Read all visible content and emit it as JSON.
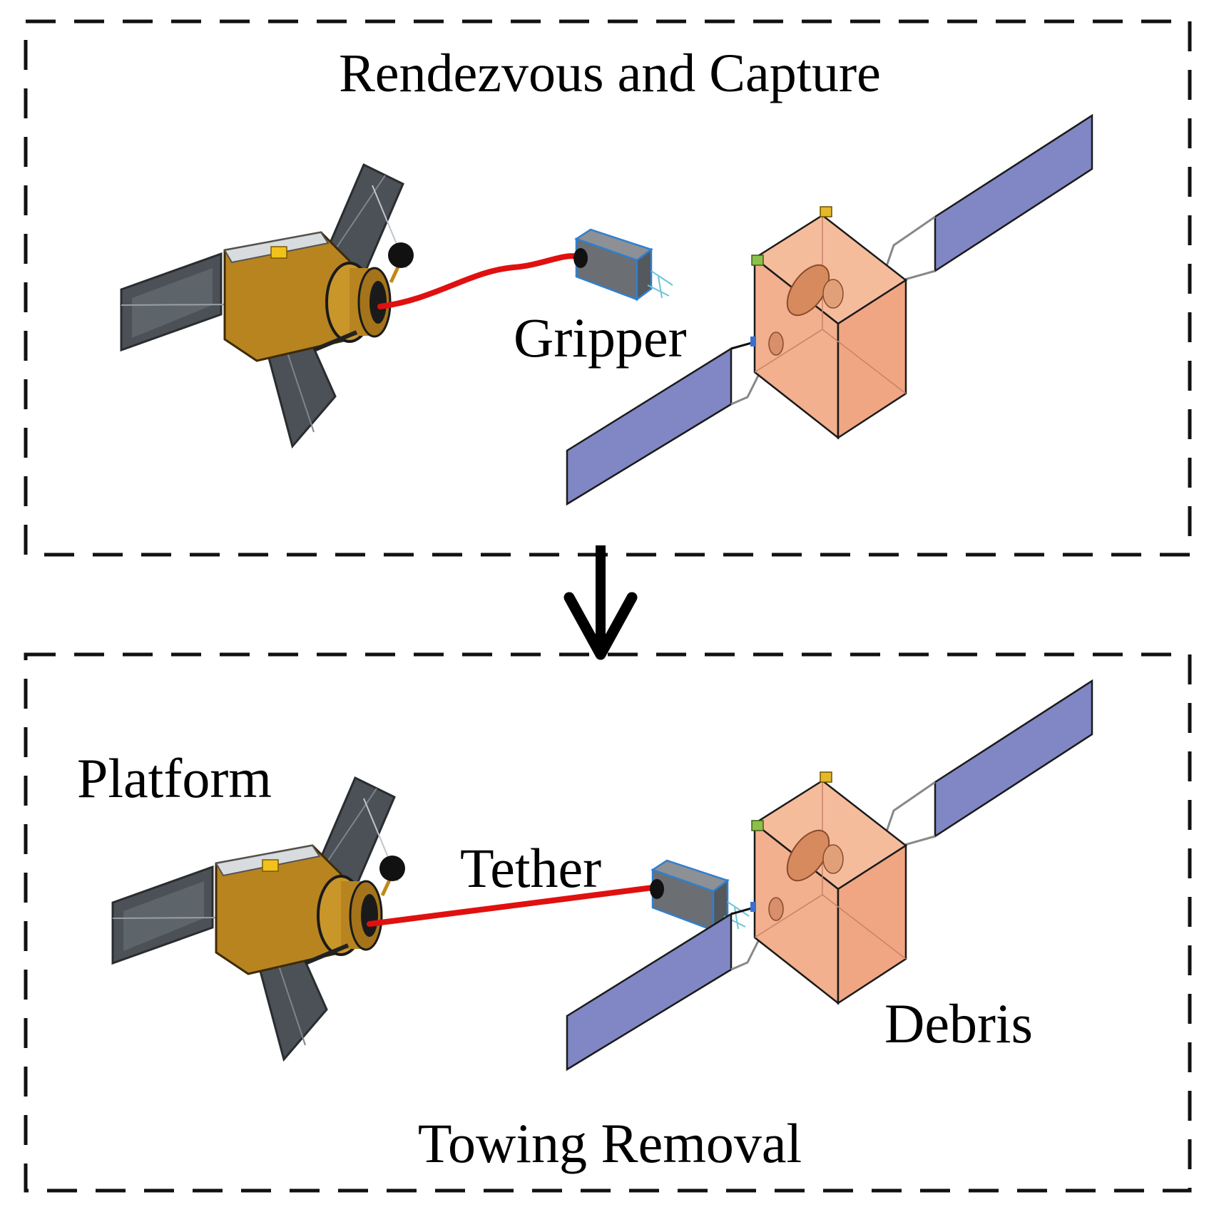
{
  "stages": [
    {
      "title": "Rendezvous and Capture",
      "labels": {
        "gripper": "Gripper"
      }
    },
    {
      "title": "Towing Removal",
      "labels": {
        "platform": "Platform",
        "tether": "Tether",
        "debris": "Debris"
      }
    }
  ],
  "colors": {
    "tether": "#e01010",
    "debris_body": "#f2b08e",
    "debris_panel": "#8087c4",
    "platform_foil": "#b8841f",
    "platform_panel": "#4b5156",
    "gripper_body": "#6b6e72",
    "gripper_edge": "#2f7fd0"
  }
}
